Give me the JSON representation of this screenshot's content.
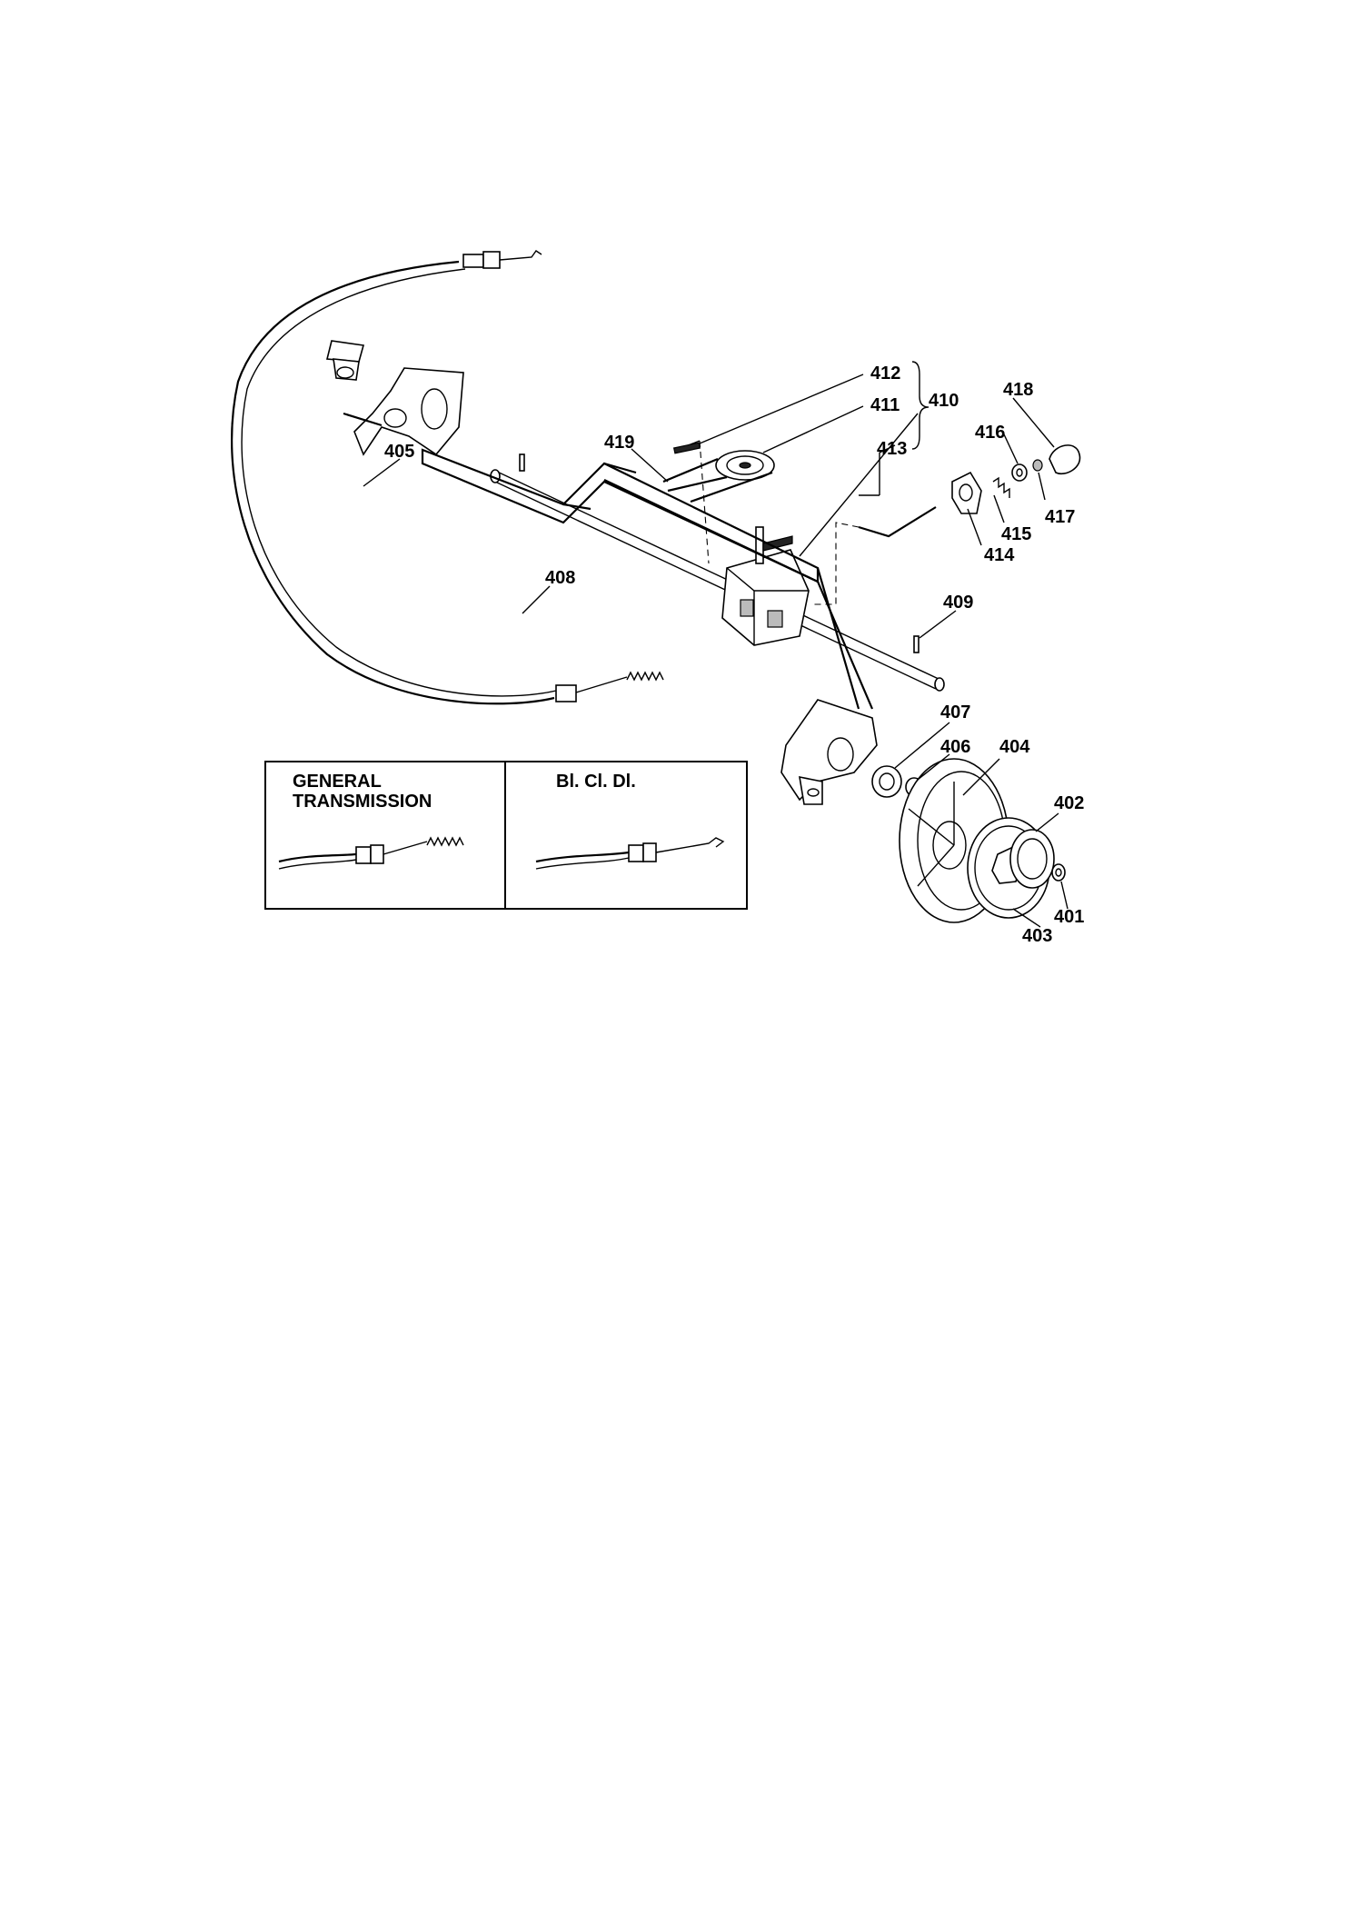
{
  "diagram": {
    "part_labels": [
      "412",
      "411",
      "410",
      "418",
      "419",
      "405",
      "413",
      "416",
      "415",
      "417",
      "414",
      "408",
      "409",
      "407",
      "406",
      "404",
      "402",
      "401",
      "403"
    ],
    "inset": {
      "left_title_line1": "GENERAL",
      "left_title_line2": "TRANSMISSION",
      "right_title": "Bl. Cl. Dl."
    }
  }
}
